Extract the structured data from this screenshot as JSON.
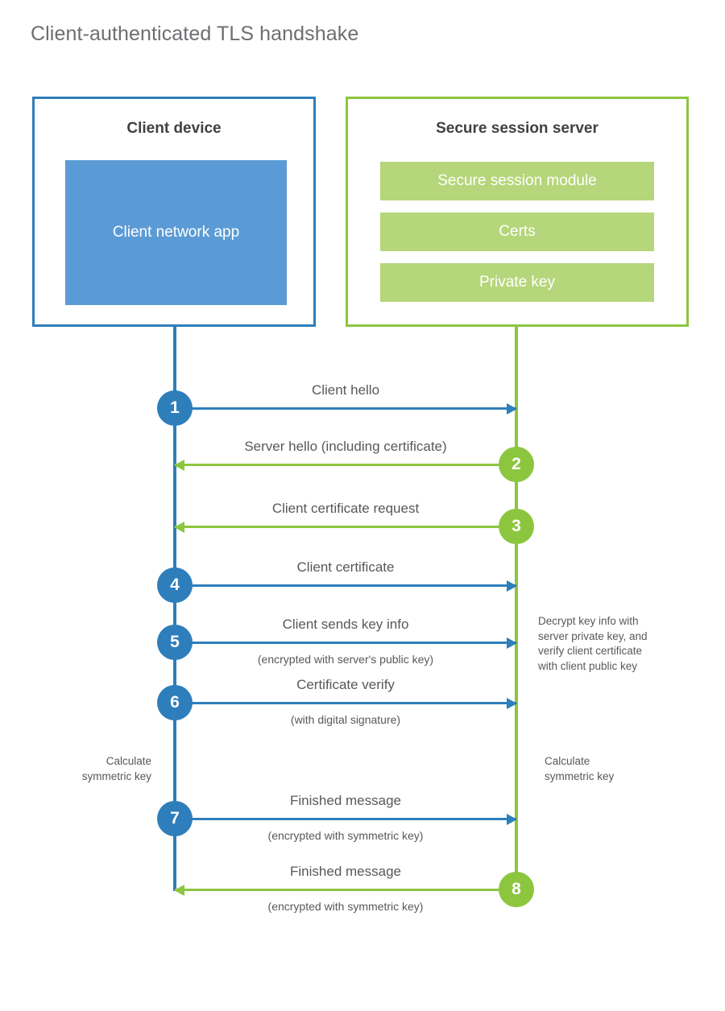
{
  "page": {
    "title": "Client-authenticated TLS handshake"
  },
  "colors": {
    "client_accent": "#2e7ebb",
    "client_fill": "#5b9bd5",
    "server_accent": "#8cc63e",
    "server_fill": "#b5d67a",
    "text": "#58585b",
    "heading": "#414042",
    "background": "#ffffff"
  },
  "actors": {
    "client": {
      "title": "Client device",
      "blocks": [
        {
          "label": "Client network app"
        }
      ]
    },
    "server": {
      "title": "Secure session server",
      "blocks": [
        {
          "label": "Secure session module"
        },
        {
          "label": "Certs"
        },
        {
          "label": "Private key"
        }
      ]
    }
  },
  "steps": [
    {
      "number": "1",
      "label": "Client hello",
      "sublabel": "",
      "direction": "client-to-server",
      "origin": "client"
    },
    {
      "number": "2",
      "label": "Server hello (including certificate)",
      "sublabel": "",
      "direction": "server-to-client",
      "origin": "server"
    },
    {
      "number": "3",
      "label": "Client certificate request",
      "sublabel": "",
      "direction": "server-to-client",
      "origin": "server"
    },
    {
      "number": "4",
      "label": "Client certificate",
      "sublabel": "",
      "direction": "client-to-server",
      "origin": "client"
    },
    {
      "number": "5",
      "label": "Client sends key info",
      "sublabel": "(encrypted with server's public key)",
      "direction": "client-to-server",
      "origin": "client"
    },
    {
      "number": "6",
      "label": "Certificate verify",
      "sublabel": "(with digital signature)",
      "direction": "client-to-server",
      "origin": "client"
    },
    {
      "number": "7",
      "label": "Finished message",
      "sublabel": "(encrypted with symmetric key)",
      "direction": "client-to-server",
      "origin": "client"
    },
    {
      "number": "8",
      "label": "Finished message",
      "sublabel": "(encrypted with symmetric key)",
      "direction": "server-to-client",
      "origin": "server"
    }
  ],
  "annotations": {
    "server_decrypt": "Decrypt key info with\nserver private key, and\nverify client certificate\nwith client public key",
    "client_calculate": "Calculate\nsymmetric key",
    "server_calculate": "Calculate\nsymmetric key"
  }
}
